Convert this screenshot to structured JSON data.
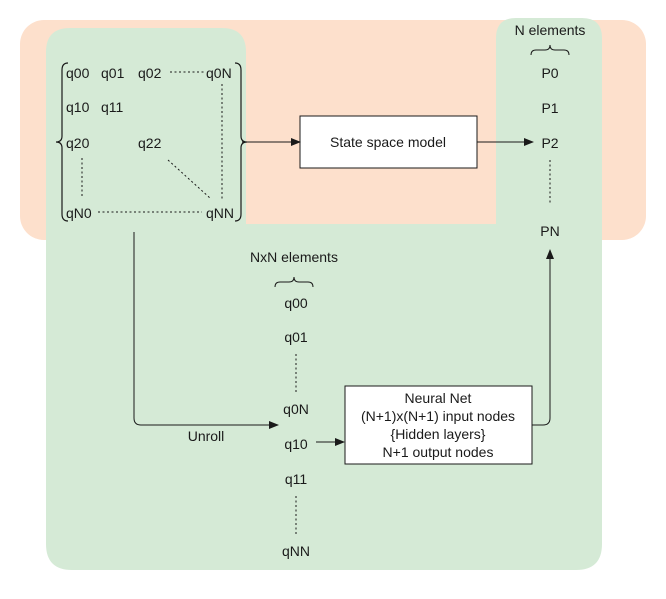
{
  "regions": {
    "peach_color": "#fde0cc",
    "green_color": "#d5ead6"
  },
  "matrix": {
    "cells": {
      "q00": "q00",
      "q01": "q01",
      "q02": "q02",
      "q0N": "q0N",
      "q10": "q10",
      "q11": "q11",
      "q20": "q20",
      "q22": "q22",
      "qN0": "qN0",
      "qNN": "qNN"
    }
  },
  "state_space_box": {
    "label": "State space model"
  },
  "output_column": {
    "header": "N elements",
    "items": [
      "P0",
      "P1",
      "P2",
      "PN"
    ]
  },
  "unrolled_column": {
    "header": "NxN elements",
    "items": [
      "q00",
      "q01",
      "q0N",
      "q10",
      "q11",
      "qNN"
    ]
  },
  "unroll_label": "Unroll",
  "neural_net_box": {
    "lines": [
      "Neural Net",
      "(N+1)x(N+1) input nodes",
      "{Hidden layers}",
      "N+1 output nodes"
    ]
  }
}
